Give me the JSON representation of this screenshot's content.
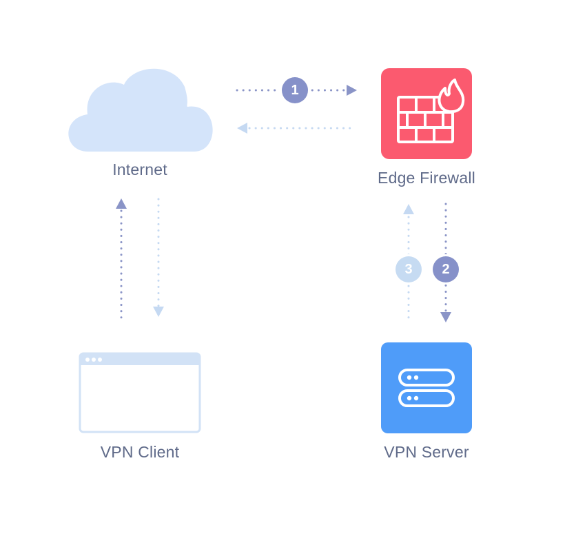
{
  "nodes": {
    "internet": {
      "label": "Internet"
    },
    "edge_firewall": {
      "label": "Edge Firewall"
    },
    "vpn_client": {
      "label": "VPN Client"
    },
    "vpn_server": {
      "label": "VPN Server"
    }
  },
  "steps": [
    {
      "number": "1",
      "color": "#8691c9"
    },
    {
      "number": "2",
      "color": "#8691c9"
    },
    {
      "number": "3",
      "color": "#c6dbf2"
    }
  ],
  "colors": {
    "cloud": "#d4e4fa",
    "firewall": "#fb5a6f",
    "server": "#4f9cf9",
    "window_border": "#cfdff5",
    "arrow_dark": "#8a94c7",
    "arrow_light": "#c5d9f2",
    "label_text": "#5f6a89"
  },
  "icons": {
    "internet": "cloud-icon",
    "edge_firewall": "firewall-brick-flame-icon",
    "vpn_client": "browser-window-icon",
    "vpn_server": "server-stack-icon"
  }
}
